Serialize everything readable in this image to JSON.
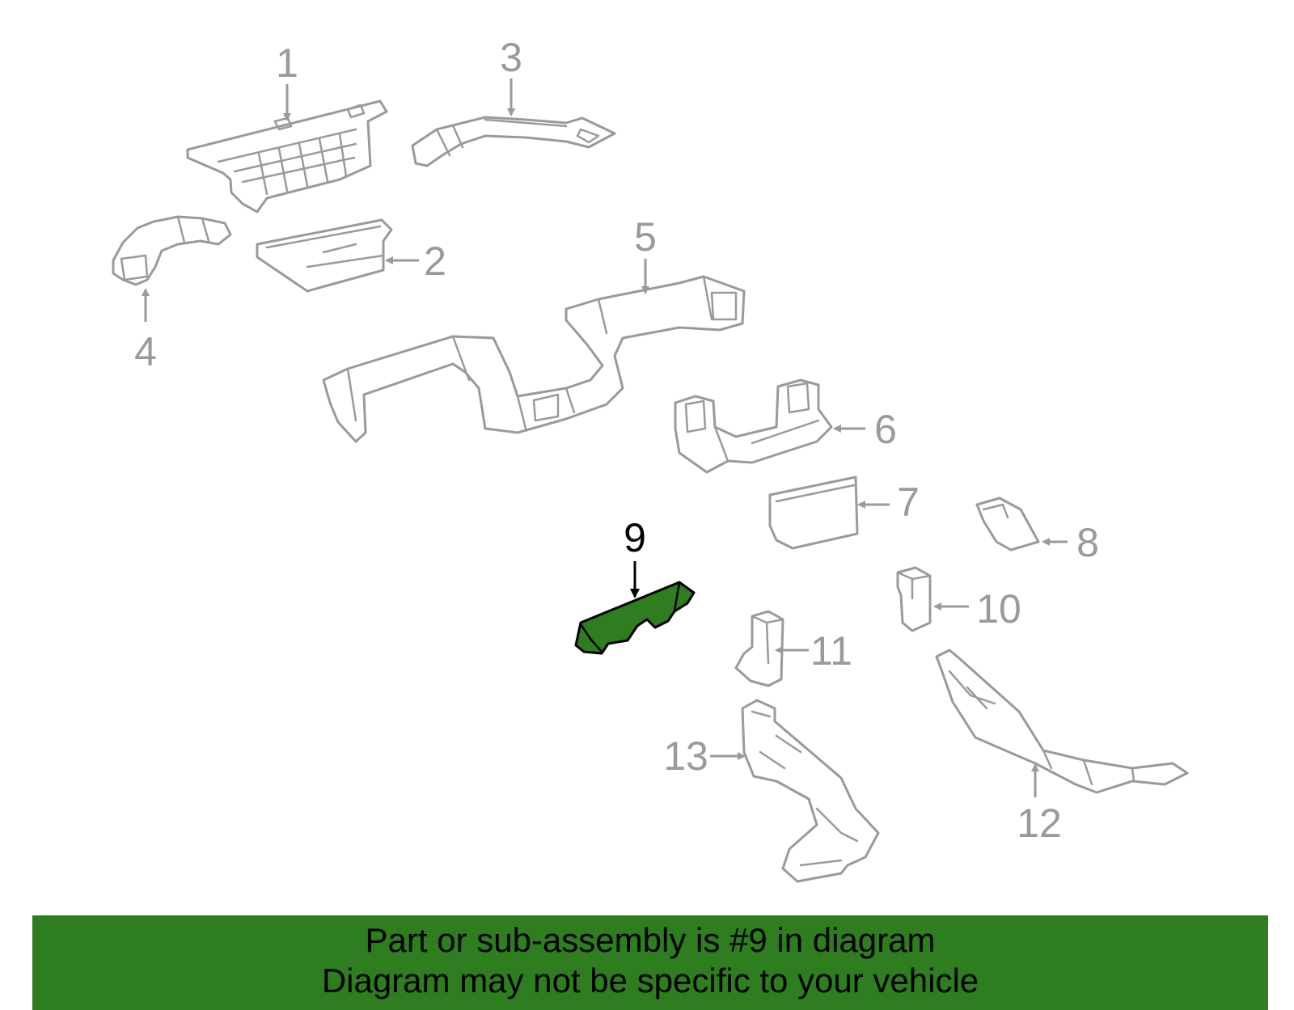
{
  "diagram": {
    "highlight_color": "#2e7d1e",
    "line_color": "#9a9a9a",
    "callouts": [
      {
        "id": "1",
        "label": "1"
      },
      {
        "id": "2",
        "label": "2"
      },
      {
        "id": "3",
        "label": "3"
      },
      {
        "id": "4",
        "label": "4"
      },
      {
        "id": "5",
        "label": "5"
      },
      {
        "id": "6",
        "label": "6"
      },
      {
        "id": "7",
        "label": "7"
      },
      {
        "id": "8",
        "label": "8"
      },
      {
        "id": "9",
        "label": "9",
        "highlighted": true
      },
      {
        "id": "10",
        "label": "10"
      },
      {
        "id": "11",
        "label": "11"
      },
      {
        "id": "12",
        "label": "12"
      },
      {
        "id": "13",
        "label": "13"
      }
    ]
  },
  "banner": {
    "line1": "Part or sub-assembly is #9 in diagram",
    "line2": "Diagram may not be specific to your vehicle",
    "background": "#2e7d1e"
  }
}
